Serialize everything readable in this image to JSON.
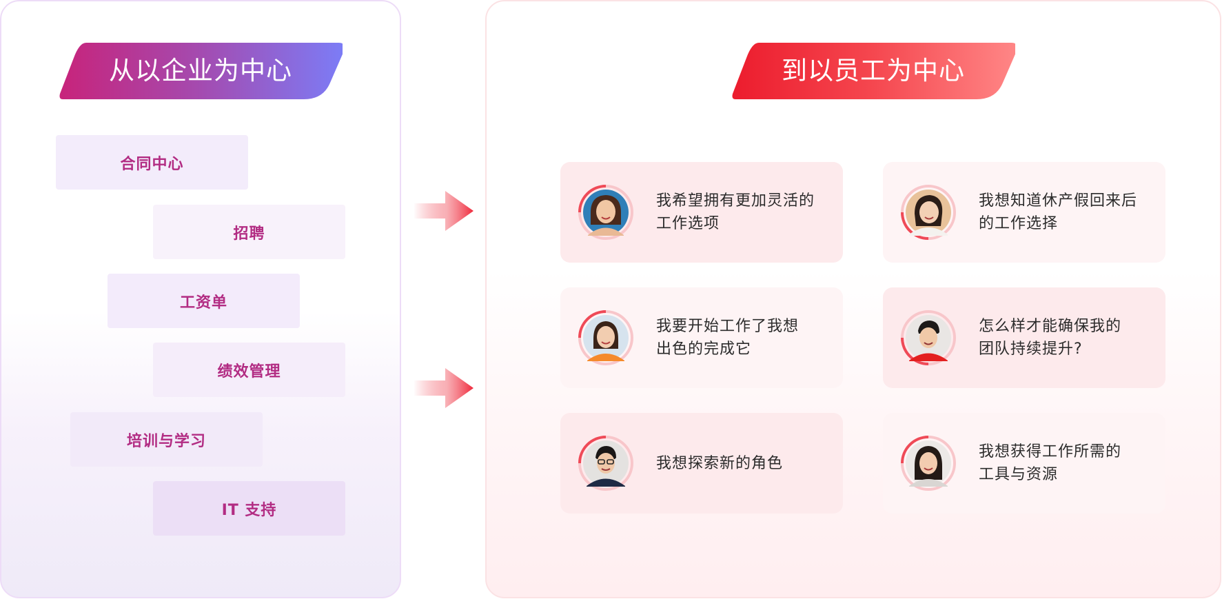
{
  "left": {
    "title": "从以企业为中心",
    "items": [
      {
        "label": "合同中心"
      },
      {
        "label": "招聘"
      },
      {
        "label": "工资单"
      },
      {
        "label": "绩效管理"
      },
      {
        "label": "培训与学习"
      },
      {
        "label": "IT 支持"
      }
    ]
  },
  "right": {
    "title": "到以员工为中心",
    "cards": [
      {
        "text": "我希望拥有更加灵活的\n工作选项"
      },
      {
        "text": "我想知道休产假回来后\n的工作选择"
      },
      {
        "text": "我要开始工作了我想\n出色的完成它"
      },
      {
        "text": "怎么样才能确保我的\n团队持续提升?"
      },
      {
        "text": "我想探索新的角色"
      },
      {
        "text": "我想获得工作所需的\n工具与资源"
      }
    ]
  },
  "colors": {
    "left_accent": "#b22c83",
    "left_gradient_start": "#c8237a",
    "left_gradient_end": "#7c7cf6",
    "right_gradient_start": "#ec1c2d",
    "right_gradient_end": "#ff8686",
    "arrow": "#ef2a3c"
  },
  "icons": {
    "arrow": "right-arrow-icon",
    "avatar": "person-avatar-icon"
  }
}
